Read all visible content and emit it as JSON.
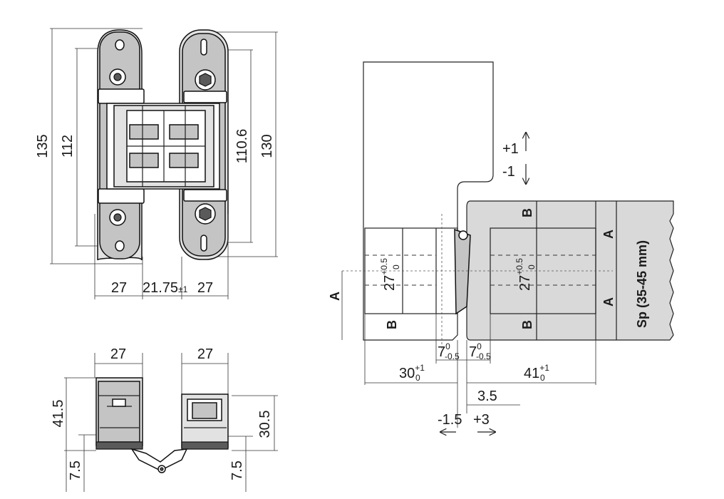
{
  "front_view": {
    "dim_height_outer": "135",
    "dim_height_body": "112",
    "dim_height_right": "110.6",
    "dim_height_overall": "130",
    "dim_width_left": "27",
    "dim_width_middle": "21.75",
    "dim_width_middle_tol": "±1",
    "dim_width_right": "27"
  },
  "top_view": {
    "dim_width_left": "27",
    "dim_width_right": "27",
    "dim_depth_left": "41.5",
    "dim_depth_right": "30.5",
    "dim_offset_left": "7.5",
    "dim_offset_right": "7.5"
  },
  "section_view": {
    "adjust_up": "+1",
    "adjust_down": "-1",
    "label_a": "A",
    "label_b": "B",
    "frame_depth": "27",
    "frame_depth_tol_upper": "+0.5",
    "frame_depth_tol_lower": "0",
    "door_depth": "27",
    "door_depth_tol_upper": "+0.5",
    "door_depth_tol_lower": "0",
    "thickness_label": "Sp (35-45 mm)",
    "gap_left": "7",
    "gap_left_tol_upper": "0",
    "gap_left_tol_lower": "-0.5",
    "gap_right": "7",
    "gap_right_tol_upper": "0",
    "gap_right_tol_lower": "-0.5",
    "frame_width": "30",
    "frame_width_tol_upper": "+1",
    "frame_width_tol_lower": "0",
    "door_width": "41",
    "door_width_tol_upper": "+1",
    "door_width_tol_lower": "0",
    "offset": "3.5",
    "adjust_left": "-1.5",
    "adjust_right": "+3"
  }
}
